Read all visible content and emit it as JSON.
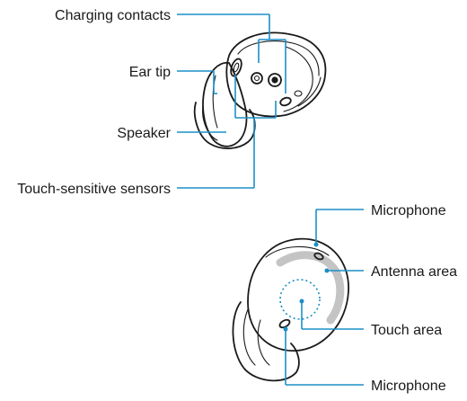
{
  "labels": {
    "charging_contacts": "Charging contacts",
    "ear_tip": "Ear tip",
    "speaker": "Speaker",
    "touch_sensitive_sensors": "Touch-sensitive sensors",
    "microphone_top": "Microphone",
    "antenna_area": "Antenna area",
    "touch_area": "Touch area",
    "microphone_bottom": "Microphone"
  },
  "colors": {
    "leader_line": "#1b8fc7",
    "outline": "#1a1a1a",
    "antenna_band": "#c4c4c4"
  }
}
